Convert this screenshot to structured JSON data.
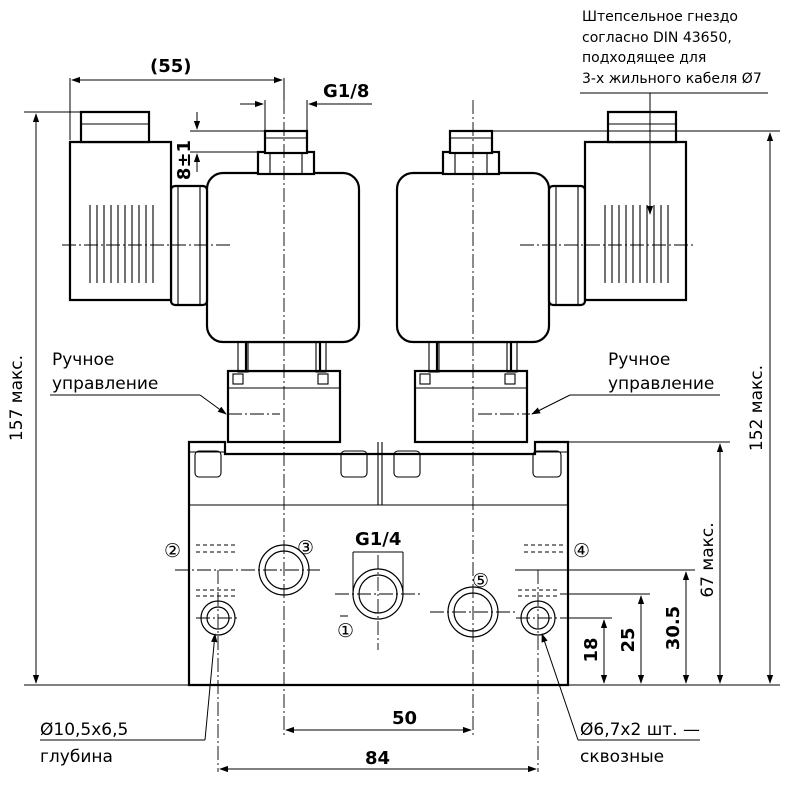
{
  "notes": {
    "socket_line1": "Штепсельное гнездо",
    "socket_line2": "согласно DIN 43650,",
    "socket_line3": "подходящее для",
    "socket_line4": "3-х жильного кабеля Ø7",
    "manual_left_1": "Ручное",
    "manual_left_2": "управление",
    "manual_right_1": "Ручное",
    "manual_right_2": "управление",
    "hole_left_1": "Ø10,5x6,5",
    "hole_left_2": "глубина",
    "hole_right_1": "Ø6,7x2 шт. —",
    "hole_right_2": "сквозные"
  },
  "dimensions": {
    "width_55": "(55)",
    "thread_g18": "G1/8",
    "thread_g14": "G1/4",
    "pilot_8": "8±1",
    "height_157": "157 макс.",
    "height_152": "152 макс.",
    "height_67": "67 макс.",
    "height_30_5": "30.5",
    "height_25": "25",
    "height_18": "18",
    "width_50": "50",
    "width_84": "84"
  },
  "ports": {
    "p1": "①",
    "p2": "②",
    "p3": "③",
    "p4": "④",
    "p5": "⑤"
  }
}
